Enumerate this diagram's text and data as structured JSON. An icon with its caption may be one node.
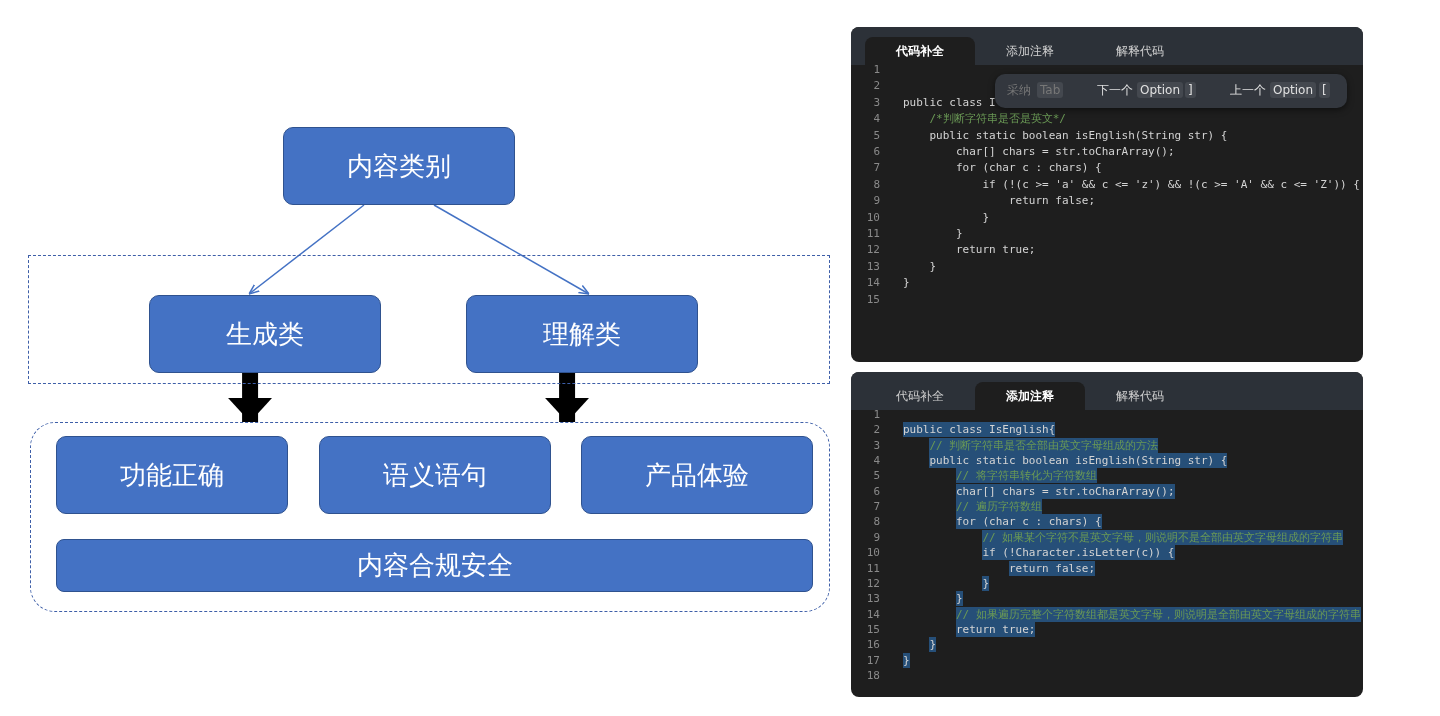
{
  "diagram": {
    "nodes": [
      {
        "text": [
          "内容类别"
        ]
      },
      {
        "text": [],
        "shape": "box"
      },
      {
        "text": [
          "生成类"
        ],
        "in": 1
      },
      {
        "text": [
          "理解类"
        ],
        "in": 1
      },
      {
        "text": [],
        "shape": "box"
      },
      {
        "text": [
          "功能正确"
        ],
        "in": 4
      },
      {
        "text": [
          "语义语句"
        ],
        "in": 4
      },
      {
        "text": [
          "产品体验"
        ],
        "in": 4
      },
      {
        "text": [
          "内容合规安全"
        ],
        "in": 4
      }
    ],
    "edges": [
      {
        "from": 0,
        "to": 2,
        "arrow": "to"
      },
      {
        "from": 0,
        "to": 3,
        "arrow": "to"
      },
      {
        "from": 2,
        "to": 4,
        "arrow": "to",
        "style": "thick",
        "color": "#000000"
      },
      {
        "from": 3,
        "to": 4,
        "arrow": "to",
        "style": "thick",
        "color": "#000000"
      }
    ],
    "labels": [
      "代码补全",
      "添加注释",
      "解释代码",
      "1",
      "2",
      "3",
      "4",
      "5",
      "6",
      "7",
      "8",
      "9",
      "10",
      "11",
      "12",
      "13",
      "14",
      "15",
      "public class I",
      "/*判断字符串是否是英文*/",
      "public static boolean isEnglish(String str) {",
      "char[] chars = str.toCharArray();",
      "for (char c : chars) {",
      "if (!(c >= 'a' && c <= 'z') && !(c >= 'A' && c <= 'Z')) {",
      "return false;",
      "}",
      "}",
      "return true;",
      "}",
      "}",
      "采纳",
      "Tab",
      "下一个",
      "Option",
      "]",
      "上一个",
      "Option",
      "[",
      "代码补全",
      "添加注释",
      "解释代码",
      "1",
      "2",
      "3",
      "4",
      "5",
      "6",
      "7",
      "8",
      "9",
      "10",
      "11",
      "12",
      "13",
      "14",
      "15",
      "16",
      "17",
      "18",
      "public class IsEnglish{",
      "// 判断字符串是否全部由英文字母组成的方法",
      "public static boolean isEnglish(String str) {",
      "// 将字符串转化为字符数组",
      "char[] chars = str.toCharArray();",
      "// 遍历字符数组",
      "for (char c : chars) {",
      "// 如果某个字符不是英文字母，则说明不是全部由英文字母组成的字符串",
      "if (!Character.isLetter(c)) {",
      "return false;",
      "}",
      "}",
      "// 如果遍历完整个字符数组都是英文字母，则说明是全部由英文字母组成的字符串",
      "return true;",
      "}",
      "}"
    ]
  }
}
